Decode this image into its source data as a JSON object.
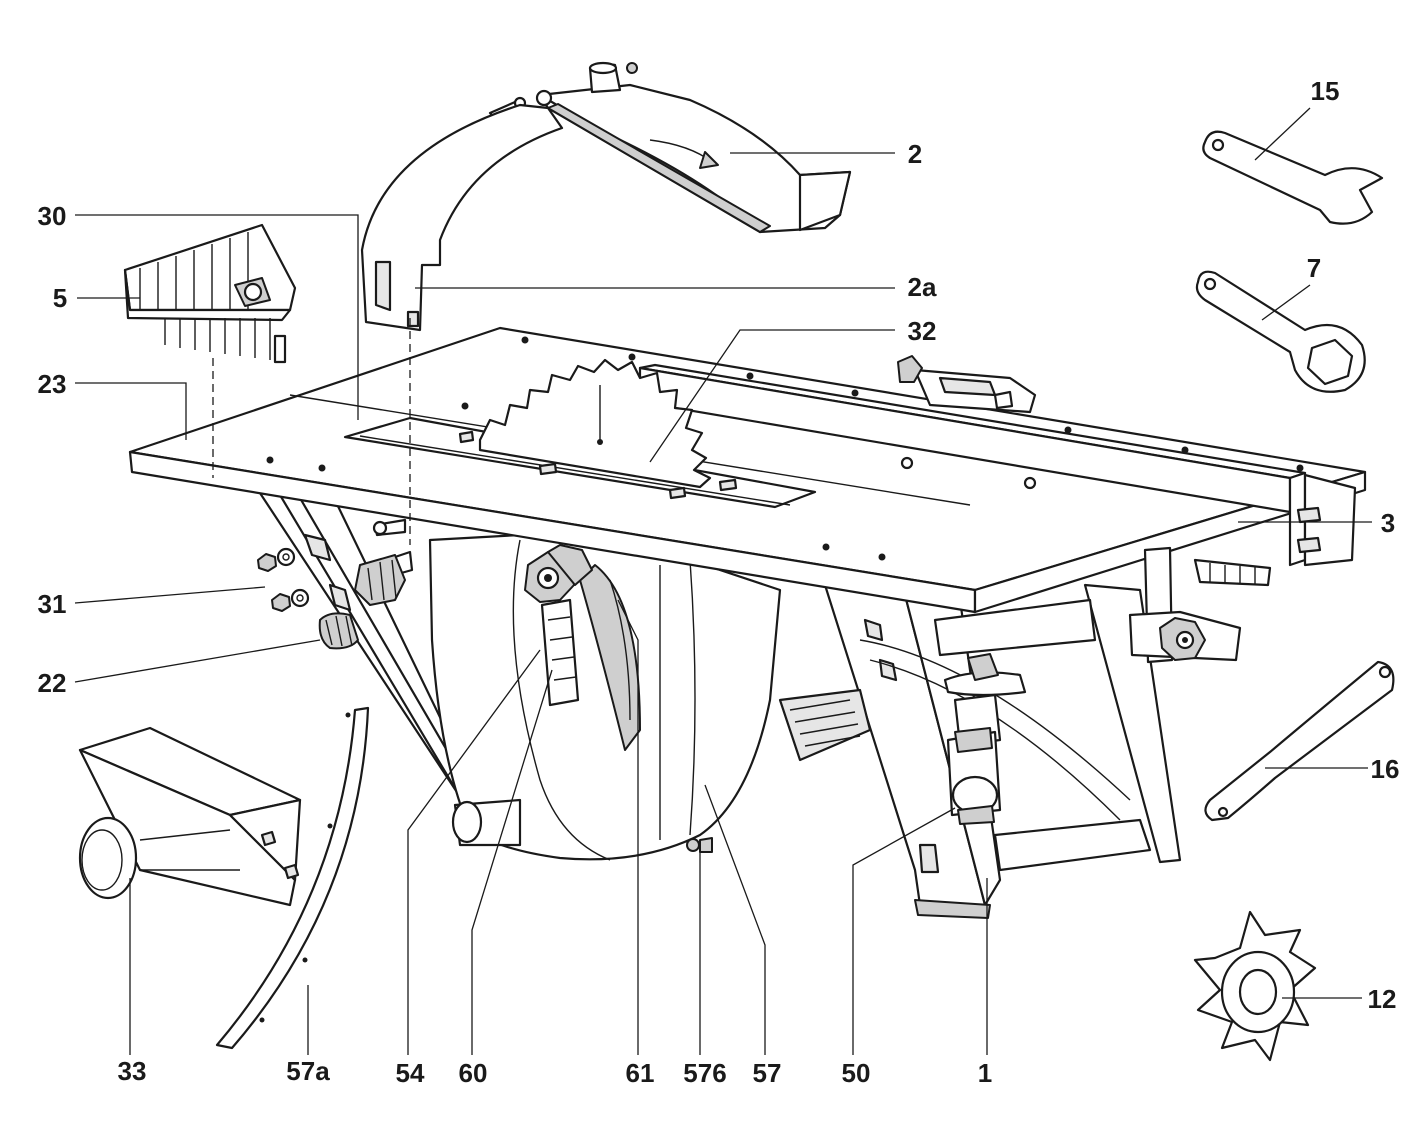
{
  "diagram": {
    "callouts": {
      "c15": "15",
      "c2": "2",
      "c30": "30",
      "c5": "5",
      "c2a": "2a",
      "c32": "32",
      "c7": "7",
      "c23": "23",
      "c3": "3",
      "c31": "31",
      "c22": "22",
      "c16": "16",
      "c12": "12",
      "c33": "33",
      "c57a": "57a",
      "c54": "54",
      "c60": "60",
      "c61": "61",
      "c576": "576",
      "c57": "57",
      "c50": "50",
      "c1": "1"
    }
  }
}
